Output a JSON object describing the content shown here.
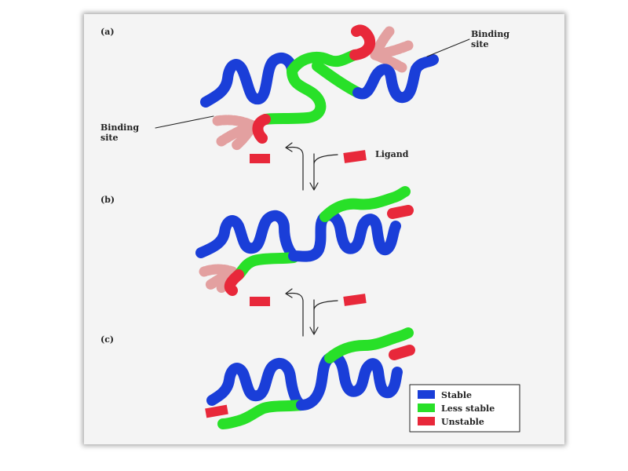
{
  "panels": [
    {
      "label": "(a)"
    },
    {
      "label": "(b)"
    },
    {
      "label": "(c)"
    }
  ],
  "annotations": {
    "binding_site_top_line1": "Binding",
    "binding_site_top_line2": "site",
    "binding_site_left_line1": "Binding",
    "binding_site_left_line2": "site",
    "ligand": "Ligand"
  },
  "legend": {
    "items": [
      {
        "label": "Stable",
        "color": "#1a3ed8"
      },
      {
        "label": "Less stable",
        "color": "#28e028"
      },
      {
        "label": "Unstable",
        "color": "#e8283a"
      }
    ]
  },
  "colors": {
    "stable": "#1a3ed8",
    "less_stable": "#28e028",
    "unstable": "#e8283a",
    "unstable_faded": "#f0b4b4"
  }
}
